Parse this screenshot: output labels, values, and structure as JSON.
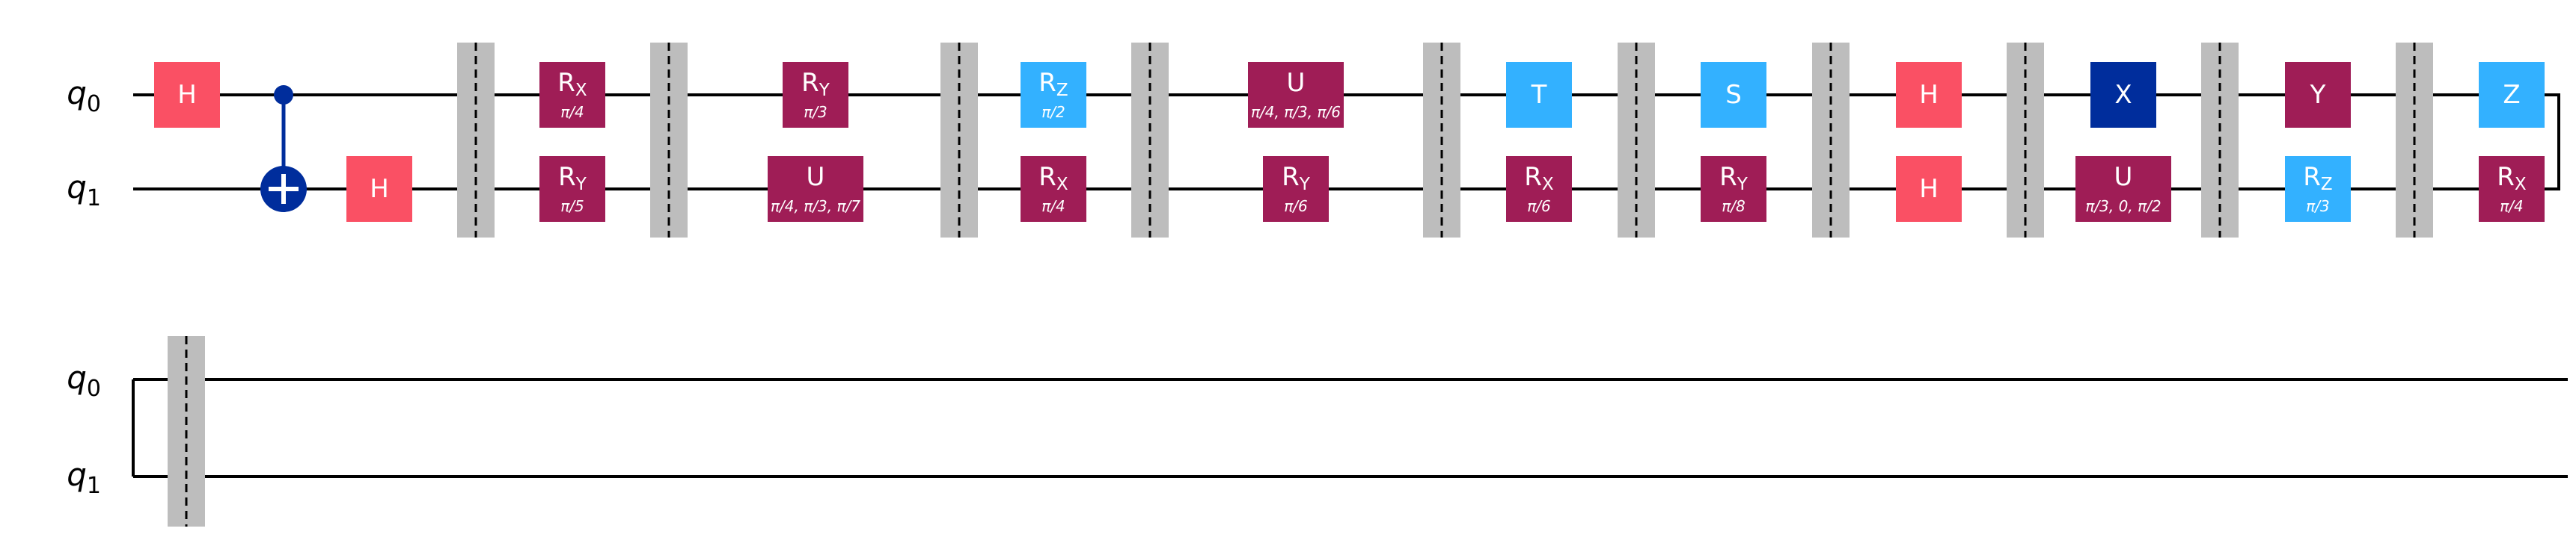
{
  "wires": [
    "q",
    "q"
  ],
  "wire_subscripts": [
    "0",
    "1"
  ],
  "colors": {
    "h_gate": "#FA5064",
    "rotation_gate": "#9F1D56",
    "clifford_gate": "#33B1FF",
    "pauli_x_gate": "#002D9C",
    "cnot": "#002D9C",
    "barrier": "#BDBDBD",
    "wire": "#000000"
  },
  "gates": [
    {
      "name": "H",
      "sub": "",
      "param": "",
      "qubit": 0,
      "kind": "h_gate"
    },
    {
      "name": "H",
      "sub": "",
      "param": "",
      "qubit": 1,
      "kind": "h_gate"
    },
    {
      "name": "R",
      "sub": "X",
      "param": "π/4",
      "qubit": 0,
      "kind": "rotation_gate"
    },
    {
      "name": "R",
      "sub": "Y",
      "param": "π/5",
      "qubit": 1,
      "kind": "rotation_gate"
    },
    {
      "name": "R",
      "sub": "Y",
      "param": "π/3",
      "qubit": 0,
      "kind": "rotation_gate"
    },
    {
      "name": "U",
      "sub": "",
      "param": "π/4, π/3, π/7",
      "qubit": 1,
      "kind": "rotation_gate"
    },
    {
      "name": "R",
      "sub": "Z",
      "param": "π/2",
      "qubit": 0,
      "kind": "clifford_gate"
    },
    {
      "name": "R",
      "sub": "X",
      "param": "π/4",
      "qubit": 1,
      "kind": "rotation_gate"
    },
    {
      "name": "U",
      "sub": "",
      "param": "π/4, π/3, π/6",
      "qubit": 0,
      "kind": "rotation_gate"
    },
    {
      "name": "R",
      "sub": "Y",
      "param": "π/6",
      "qubit": 1,
      "kind": "rotation_gate"
    },
    {
      "name": "T",
      "sub": "",
      "param": "",
      "qubit": 0,
      "kind": "clifford_gate"
    },
    {
      "name": "R",
      "sub": "X",
      "param": "π/6",
      "qubit": 1,
      "kind": "rotation_gate"
    },
    {
      "name": "S",
      "sub": "",
      "param": "",
      "qubit": 0,
      "kind": "clifford_gate"
    },
    {
      "name": "R",
      "sub": "Y",
      "param": "π/8",
      "qubit": 1,
      "kind": "rotation_gate"
    },
    {
      "name": "H",
      "sub": "",
      "param": "",
      "qubit": 0,
      "kind": "h_gate"
    },
    {
      "name": "H",
      "sub": "",
      "param": "",
      "qubit": 1,
      "kind": "h_gate"
    },
    {
      "name": "X",
      "sub": "",
      "param": "",
      "qubit": 0,
      "kind": "pauli_x_gate"
    },
    {
      "name": "U",
      "sub": "",
      "param": "π/3, 0, π/2",
      "qubit": 1,
      "kind": "rotation_gate"
    },
    {
      "name": "Y",
      "sub": "",
      "param": "",
      "qubit": 0,
      "kind": "rotation_gate"
    },
    {
      "name": "R",
      "sub": "Z",
      "param": "π/3",
      "qubit": 1,
      "kind": "clifford_gate"
    },
    {
      "name": "Z",
      "sub": "",
      "param": "",
      "qubit": 0,
      "kind": "clifford_gate"
    },
    {
      "name": "R",
      "sub": "X",
      "param": "π/4",
      "qubit": 1,
      "kind": "rotation_gate"
    }
  ]
}
